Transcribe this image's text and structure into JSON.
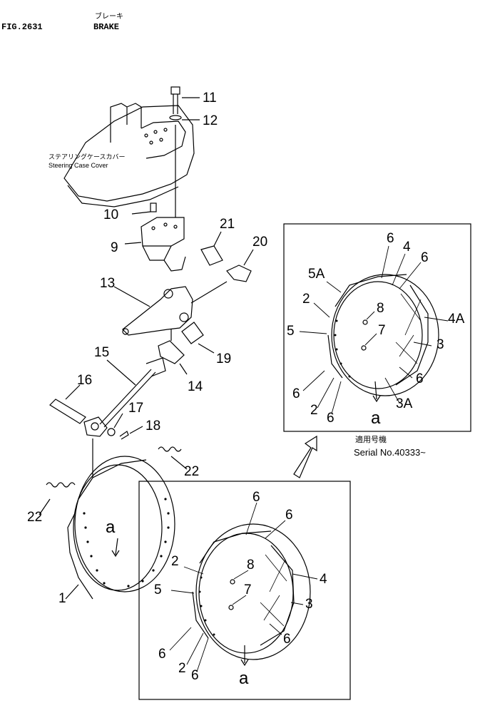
{
  "header": {
    "fig_code": "FIG.2631",
    "title_jp": "ブレーキ",
    "title_en": "BRAKE"
  },
  "cover_label": {
    "jp": "ステアリングケースカバー",
    "en": "Steering Case Cover"
  },
  "applicability": {
    "jp": "適用号機",
    "serial": "Serial No.40333~"
  },
  "view_marker": "a",
  "callouts": {
    "c11": "11",
    "c12": "12",
    "c10": "10",
    "c9": "9",
    "c21": "21",
    "c20": "20",
    "c13": "13",
    "c19": "19",
    "c15": "15",
    "c14": "14",
    "c16": "16",
    "c17": "17",
    "c18": "18",
    "c22a": "22",
    "c22b": "22",
    "c1": "1",
    "u6a": "6",
    "u4": "4",
    "u6b": "6",
    "u5a": "5A",
    "u2a": "2",
    "u8": "8",
    "u4a": "4A",
    "u5": "5",
    "u7": "7",
    "u3": "3",
    "u6c": "6",
    "u6d": "6",
    "u2b": "2",
    "u6e": "6",
    "u3a": "3A",
    "l6a": "6",
    "l6b": "6",
    "l8": "8",
    "l2a": "2",
    "l4": "4",
    "l5": "5",
    "l7": "7",
    "l3": "3",
    "l6c": "6",
    "l6d": "6",
    "l2b": "2",
    "l6e": "6"
  }
}
